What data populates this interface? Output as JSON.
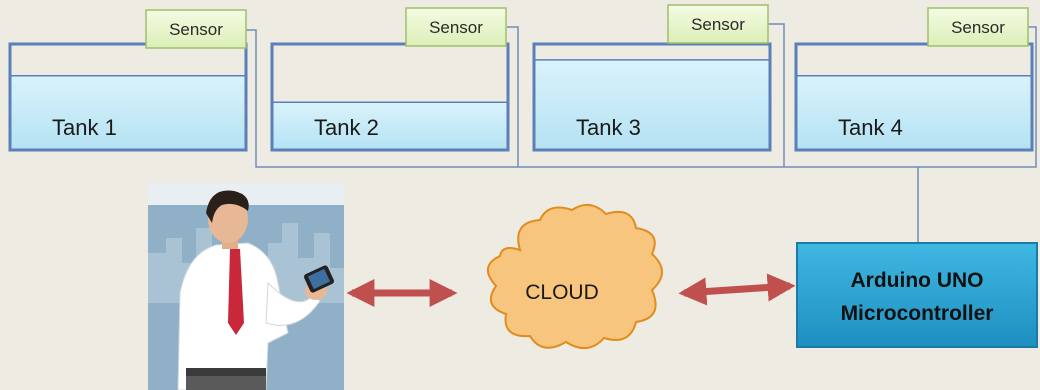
{
  "tanks": [
    {
      "label": "Tank 1",
      "level": 0.7
    },
    {
      "label": "Tank 2",
      "level": 0.45
    },
    {
      "label": "Tank 3",
      "level": 0.85
    },
    {
      "label": "Tank 4",
      "level": 0.7
    }
  ],
  "sensor_label": "Sensor",
  "cloud_label": "CLOUD",
  "microcontroller": {
    "line1": "Arduino UNO",
    "line2": "Microcontroller"
  },
  "colors": {
    "background": "#eeebe3",
    "tank_border": "#5b7fb8",
    "water": "#c9ecf8",
    "sensor_fill": "#eaf7cf",
    "cloud_fill": "#f7c57d",
    "cloud_stroke": "#e08c1f",
    "mcu_fill": "#2aa0cf",
    "arrow": "#c0504d",
    "wire": "#6f8fb8"
  },
  "icons": {
    "person": "person-with-phone-icon"
  }
}
